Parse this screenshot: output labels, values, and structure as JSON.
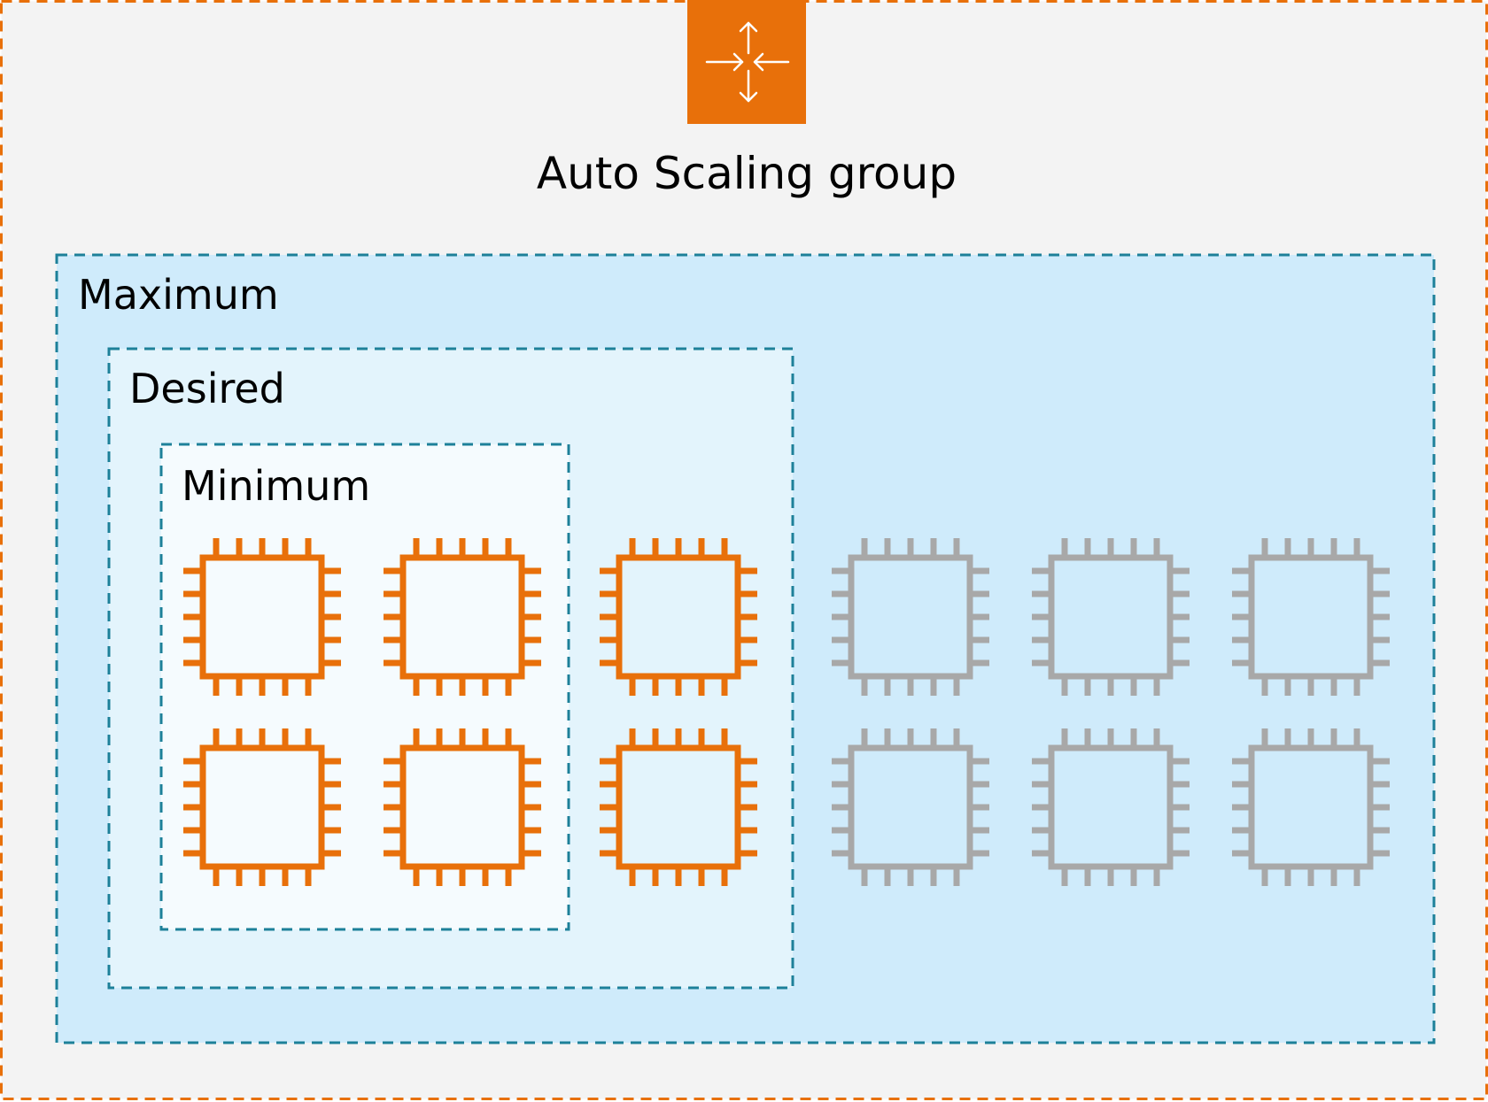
{
  "group": {
    "title": "Auto Scaling group",
    "icon": "auto-scaling-icon",
    "border_color": "#E8700A",
    "background": "#F3F3F3"
  },
  "maximum": {
    "label": "Maximum",
    "background": "#CFEBFB",
    "border_color": "#1D8099"
  },
  "desired": {
    "label": "Desired",
    "background": "#E3F4FC",
    "border_color": "#1D8099"
  },
  "minimum": {
    "label": "Minimum",
    "background": "#F5FBFE",
    "border_color": "#1D8099"
  },
  "instances": {
    "icon": "ec2-instance-chip-icon",
    "active_color": "#E8700A",
    "inactive_color": "#A8A8A8",
    "minimum_count": 4,
    "desired_count": 6,
    "maximum_count": 12
  }
}
